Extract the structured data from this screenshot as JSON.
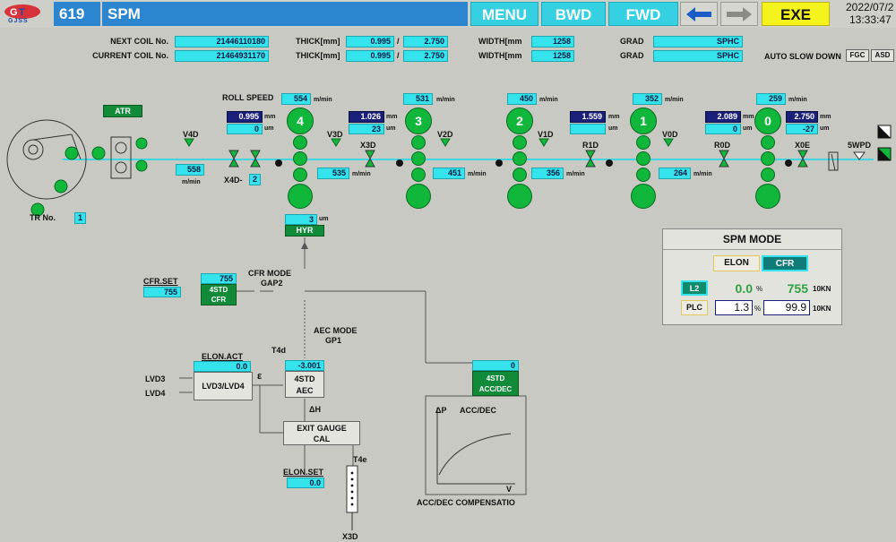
{
  "header": {
    "logo_text": "GJSS",
    "screen_no": "619",
    "screen_name": "SPM",
    "menu_label": "MENU",
    "bwd_label": "BWD",
    "fwd_label": "FWD",
    "exe_label": "EXE",
    "date": "2022/07/2",
    "time": "13:33:47"
  },
  "info": {
    "next_coil_label": "NEXT COIL No.",
    "next_coil_value": "21446110180",
    "current_coil_label": "CURRENT COIL No.",
    "current_coil_value": "21464931170",
    "thick_label": "THICK[mm]",
    "next_thick_in": "0.995",
    "next_thick_out": "2.750",
    "cur_thick_in": "0.995",
    "cur_thick_out": "2.750",
    "width_label": "WIDTH[mm",
    "next_width": "1258",
    "cur_width": "1258",
    "grad_label": "GRAD",
    "next_grad": "SPHC",
    "cur_grad": "SPHC",
    "slash": "/",
    "auto_slow_label": "AUTO SLOW DOWN",
    "fgc_label": "FGC",
    "asd_label": "ASD"
  },
  "mill": {
    "roll_speed_label": "ROLL SPEED",
    "atr_label": "ATR",
    "tr_label": "TR No.",
    "tr_value": "1",
    "unit_mmin": "m/min",
    "unit_mm": "mm",
    "unit_um": "um",
    "stands": [
      {
        "num": "4",
        "speed": "554",
        "thick": "0.995",
        "um": "0"
      },
      {
        "num": "3",
        "speed": "531",
        "thick": "1.026",
        "um": "23"
      },
      {
        "num": "2",
        "speed": "450",
        "thick": "",
        "um": ""
      },
      {
        "num": "1",
        "speed": "352",
        "thick": "1.559",
        "um": ""
      },
      {
        "num": "0",
        "speed": "259",
        "thick": "2.089",
        "um": "0"
      }
    ],
    "thick_0e": "2.750",
    "um_0e": "-27",
    "v4d_label": "V4D",
    "v4d_speed": "558",
    "v4d_unit": "m/min",
    "x4d_label": "X4D-",
    "x4d_value": "2",
    "v3d_label": "V3D",
    "x3d_label": "X3D",
    "x3d_speed": "535",
    "v2d_label": "V2D",
    "v2d_speed": "451",
    "v1d_label": "V1D",
    "r1d_label": "R1D",
    "r1d_speed": "356",
    "v0d_label": "V0D",
    "r0d_label": "R0D",
    "r0d_speed": "264",
    "x0e_label": "X0E",
    "wpd_label": "5WPD",
    "hyr_label": "HYR",
    "hyr_um": "3"
  },
  "control": {
    "cfr_set_label": "CFR.SET",
    "cfr_set_value": "755",
    "cfr_box_value": "755",
    "cfr_box_label1": "4STD",
    "cfr_box_label2": "CFR",
    "cfr_mode_label1": "CFR MODE",
    "cfr_mode_label2": "GAP2",
    "aec_mode_label1": "AEC MODE",
    "aec_mode_label2": "GP1",
    "t4d_label": "T4d",
    "elon_act_label": "ELON.ACT",
    "elon_act_value": "0.0",
    "lvd3_label": "LVD3",
    "lvd4_label": "LVD4",
    "lvd_block_label": "LVD3/LVD4",
    "epsilon_label": "ε",
    "aec_value": "-3.001",
    "aec_label1": "4STD",
    "aec_label2": "AEC",
    "delta_h_label": "ΔH",
    "exit_gauge_label1": "EXIT GAUGE",
    "exit_gauge_label2": "CAL",
    "elon_set_label": "ELON.SET",
    "elon_set_value": "0.0",
    "t4e_label": "T4e",
    "x3d_bottom_label": "X3D",
    "accdec_value": "0",
    "accdec_label1": "4STD",
    "accdec_label2": "ACC/DEC",
    "graph_y_label": "ΔP",
    "graph_title": "ACC/DEC",
    "graph_x_label": "V",
    "graph_caption": "ACC/DEC COMPENSATIO"
  },
  "spm_mode": {
    "title": "SPM MODE",
    "elon_label": "ELON",
    "cfr_label": "CFR",
    "l2_label": "L2",
    "plc_label": "PLC",
    "l2_pct": "0.0",
    "l2_kn": "755",
    "plc_pct": "1.3",
    "plc_kn": "99.9",
    "pct_unit": "%",
    "kn_unit": "10KN"
  },
  "colors": {
    "background": "#c9c9c3",
    "title_blue": "#2c86cf",
    "button_cyan": "#35d1e2",
    "exe_yellow": "#f5f31c",
    "value_cyan": "#35e3ec",
    "value_navy": "#1a1f7a",
    "roll_green": "#11b73a"
  }
}
